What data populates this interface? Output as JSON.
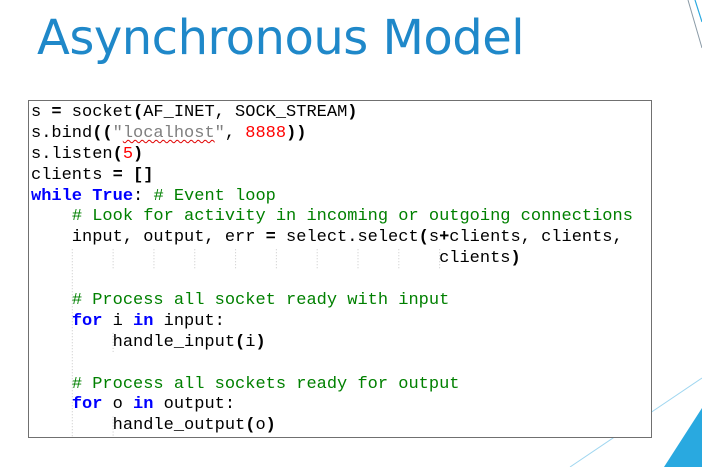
{
  "slide": {
    "title": "Asynchronous Model",
    "accent_color": "#1f88c9",
    "decoration_color": "#29a9e0"
  },
  "code": {
    "lines": [
      {
        "tokens": [
          {
            "t": "s ",
            "c": ""
          },
          {
            "t": "=",
            "c": "op"
          },
          {
            "t": " socket",
            "c": ""
          },
          {
            "t": "(",
            "c": "op"
          },
          {
            "t": "AF_INET, SOCK_STREAM",
            "c": ""
          },
          {
            "t": ")",
            "c": "op"
          }
        ]
      },
      {
        "tokens": [
          {
            "t": "s.bind",
            "c": ""
          },
          {
            "t": "((",
            "c": "op"
          },
          {
            "t": "\"",
            "c": "st"
          },
          {
            "t": "localhost",
            "c": "st sq"
          },
          {
            "t": "\"",
            "c": "st"
          },
          {
            "t": ", ",
            "c": ""
          },
          {
            "t": "8888",
            "c": "nm"
          },
          {
            "t": "))",
            "c": "op"
          }
        ]
      },
      {
        "tokens": [
          {
            "t": "s.listen",
            "c": ""
          },
          {
            "t": "(",
            "c": "op"
          },
          {
            "t": "5",
            "c": "nm"
          },
          {
            "t": ")",
            "c": "op"
          }
        ]
      },
      {
        "tokens": [
          {
            "t": "clients ",
            "c": ""
          },
          {
            "t": "=",
            "c": "op"
          },
          {
            "t": " ",
            "c": ""
          },
          {
            "t": "[]",
            "c": "op"
          }
        ]
      },
      {
        "tokens": [
          {
            "t": "while",
            "c": "kw"
          },
          {
            "t": " ",
            "c": ""
          },
          {
            "t": "True",
            "c": "kw"
          },
          {
            "t": ": ",
            "c": ""
          },
          {
            "t": "# Event loop",
            "c": "cm"
          }
        ]
      },
      {
        "tokens": [
          {
            "t": "    ",
            "c": ""
          },
          {
            "t": "# Look for activity in incoming or outgoing connections",
            "c": "cm"
          }
        ]
      },
      {
        "tokens": [
          {
            "t": "    input, output, err ",
            "c": ""
          },
          {
            "t": "=",
            "c": "op"
          },
          {
            "t": " select.select",
            "c": ""
          },
          {
            "t": "(",
            "c": "op"
          },
          {
            "t": "s",
            "c": ""
          },
          {
            "t": "+",
            "c": "op"
          },
          {
            "t": "clients, clients,",
            "c": ""
          }
        ]
      },
      {
        "tokens": [
          {
            "t": "                                        clients",
            "c": ""
          },
          {
            "t": ")",
            "c": "op"
          }
        ]
      },
      {
        "tokens": []
      },
      {
        "tokens": [
          {
            "t": "    ",
            "c": ""
          },
          {
            "t": "# Process all socket ready with input",
            "c": "cm"
          }
        ]
      },
      {
        "tokens": [
          {
            "t": "    ",
            "c": ""
          },
          {
            "t": "for",
            "c": "kw"
          },
          {
            "t": " i ",
            "c": ""
          },
          {
            "t": "in",
            "c": "kw"
          },
          {
            "t": " input:",
            "c": ""
          }
        ]
      },
      {
        "tokens": [
          {
            "t": "        handle_input",
            "c": ""
          },
          {
            "t": "(",
            "c": "op"
          },
          {
            "t": "i",
            "c": ""
          },
          {
            "t": ")",
            "c": "op"
          }
        ]
      },
      {
        "tokens": []
      },
      {
        "tokens": [
          {
            "t": "    ",
            "c": ""
          },
          {
            "t": "# Process all sockets ready for output",
            "c": "cm"
          }
        ]
      },
      {
        "tokens": [
          {
            "t": "    ",
            "c": ""
          },
          {
            "t": "for",
            "c": "kw"
          },
          {
            "t": " o ",
            "c": ""
          },
          {
            "t": "in",
            "c": "kw"
          },
          {
            "t": " output:",
            "c": ""
          }
        ]
      },
      {
        "tokens": [
          {
            "t": "        handle_output",
            "c": ""
          },
          {
            "t": "(",
            "c": "op"
          },
          {
            "t": "o",
            "c": ""
          },
          {
            "t": ")",
            "c": "op"
          }
        ]
      }
    ]
  }
}
